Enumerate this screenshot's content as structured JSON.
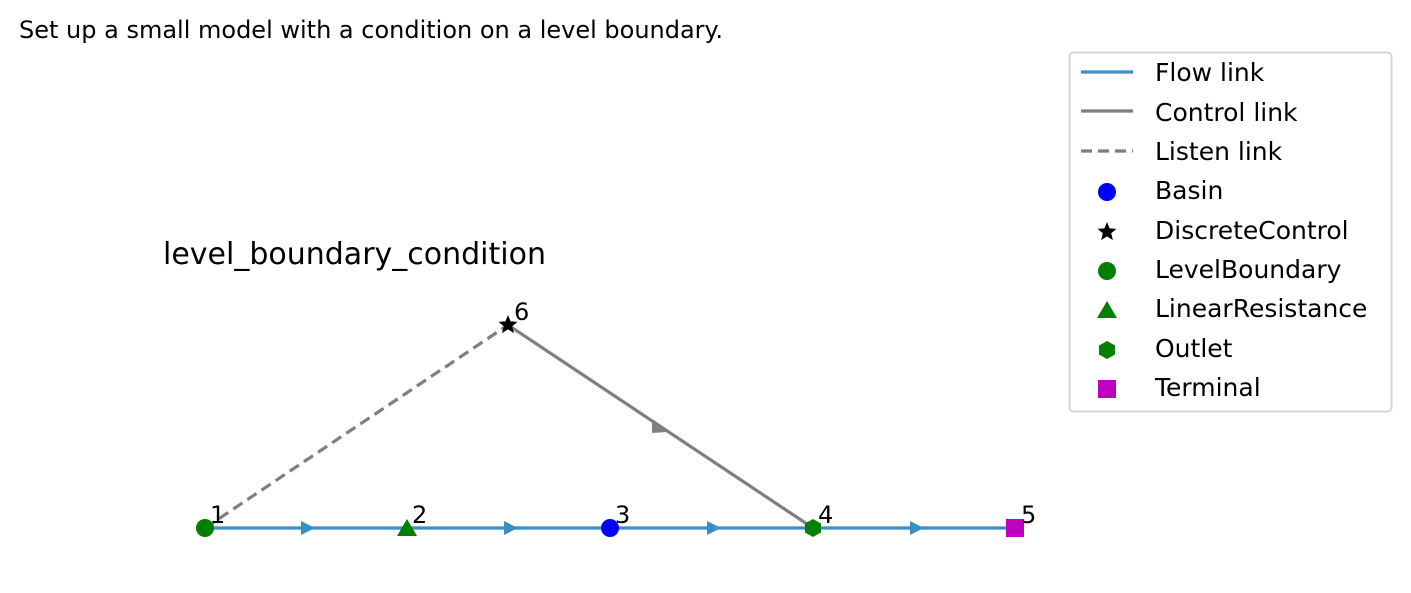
{
  "caption": "Set up a small model with a condition on a level boundary.",
  "graph_title": "level_boundary_condition",
  "colors": {
    "flow_link": "#3a8fc6",
    "control_link": "#7f7f7f",
    "listen_link": "#7f7f7f",
    "basin": "#0000ff",
    "discrete_control": "#000000",
    "level_boundary": "#008000",
    "linear_resistance": "#008000",
    "outlet": "#008000",
    "terminal": "#c000c0"
  },
  "nodes": [
    {
      "id": "1",
      "type": "LevelBoundary"
    },
    {
      "id": "2",
      "type": "LinearResistance"
    },
    {
      "id": "3",
      "type": "Basin"
    },
    {
      "id": "4",
      "type": "Outlet"
    },
    {
      "id": "5",
      "type": "Terminal"
    },
    {
      "id": "6",
      "type": "DiscreteControl"
    }
  ],
  "links": [
    {
      "from": "1",
      "to": "2",
      "kind": "flow"
    },
    {
      "from": "2",
      "to": "3",
      "kind": "flow"
    },
    {
      "from": "3",
      "to": "4",
      "kind": "flow"
    },
    {
      "from": "4",
      "to": "5",
      "kind": "flow"
    },
    {
      "from": "6",
      "to": "4",
      "kind": "control"
    },
    {
      "from": "1",
      "to": "6",
      "kind": "listen"
    }
  ],
  "legend": [
    {
      "label": "Flow link",
      "symbol": "line-solid-blue-icon"
    },
    {
      "label": "Control link",
      "symbol": "line-solid-gray-icon"
    },
    {
      "label": "Listen link",
      "symbol": "line-dashed-gray-icon"
    },
    {
      "label": "Basin",
      "symbol": "blue-circle-icon"
    },
    {
      "label": "DiscreteControl",
      "symbol": "black-star-icon"
    },
    {
      "label": "LevelBoundary",
      "symbol": "green-circle-icon"
    },
    {
      "label": "LinearResistance",
      "symbol": "green-triangle-icon"
    },
    {
      "label": "Outlet",
      "symbol": "green-hexagon-icon"
    },
    {
      "label": "Terminal",
      "symbol": "magenta-square-icon"
    }
  ]
}
